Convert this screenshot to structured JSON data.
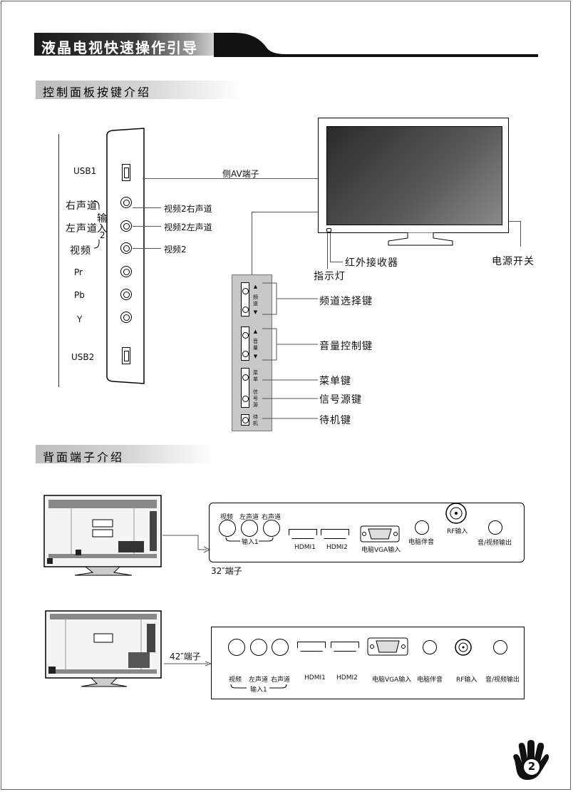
{
  "header": {
    "title": "液晶电视快速操作引导"
  },
  "section1": {
    "title": "控制面板按键介绍",
    "side_labels": {
      "usb1": "USB1",
      "right_channel": "右声道",
      "left_channel": "左声道",
      "video": "视频",
      "input2_a": "输",
      "input2_b": "入",
      "input2_c": "2",
      "pr": "Pr",
      "pb": "Pb",
      "y": "Y",
      "usb2": "USB2"
    },
    "callouts": {
      "side_av": "侧AV端子",
      "video2_right": "视频2右声道",
      "video2_left": "视频2左声道",
      "video2": "视频2",
      "ir_receiver": "红外接收器",
      "indicator": "指示灯",
      "power_switch": "电源开关",
      "channel_key": "频道选择键",
      "volume_key": "音量控制键",
      "menu_key": "菜单键",
      "source_key": "信号源键",
      "standby_key": "待机键"
    },
    "key_panel": {
      "up": "▲",
      "down": "▼",
      "ch_a": "频",
      "ch_b": "道",
      "vol_a": "音",
      "vol_b": "量",
      "menu_a": "菜",
      "menu_b": "单",
      "src_a": "信",
      "src_b": "号",
      "src_c": "源",
      "stby_a": "待",
      "stby_b": "机"
    }
  },
  "section2": {
    "title": "背面端子介绍",
    "panel32": {
      "video": "视频",
      "left": "左声道",
      "right": "右声道",
      "input1": "输入1",
      "hdmi1": "HDMI1",
      "hdmi2": "HDMI2",
      "vga": "电脑VGA输入",
      "pc_audio": "电脑伴音",
      "rf": "RF输入",
      "av_out": "音/视频输出",
      "caption": "32″端子"
    },
    "panel42": {
      "caption": "42″端子",
      "video": "视频",
      "left": "左声道",
      "right": "右声道",
      "input1": "输入1",
      "hdmi1": "HDMI1",
      "hdmi2": "HDMI2",
      "vga": "电脑VGA输入",
      "pc_audio": "电脑伴音",
      "rf": "RF输入",
      "av_out": "音/视频输出"
    }
  },
  "page_number": "2"
}
